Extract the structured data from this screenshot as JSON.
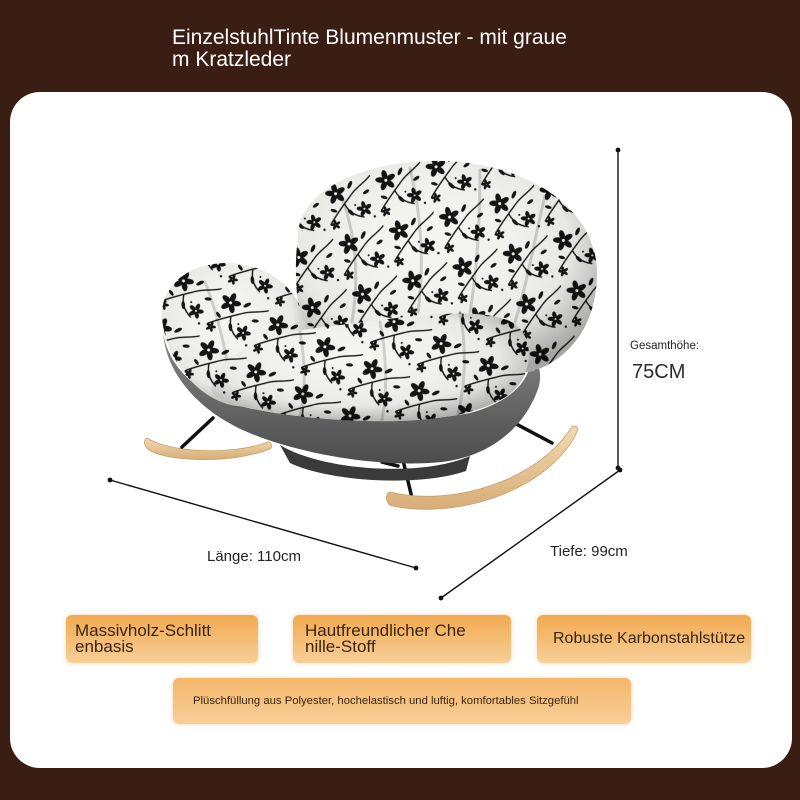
{
  "colors": {
    "background": "#3b1e13",
    "card": "#ffffff",
    "title_text": "#ffffff",
    "dimension_text": "#222222",
    "badge_top": "#f1a94f",
    "badge_bottom": "#f8cf98",
    "badge_text": "#3a2413"
  },
  "title": {
    "line1": "EinzelstuhlTinte Blumenmuster - mit graue",
    "line2": "m Kratzleder"
  },
  "dimensions": {
    "height": {
      "label": "Gesamthöhe:",
      "value": "75CM"
    },
    "length": {
      "label": "Länge: 110cm"
    },
    "depth": {
      "label": "Tiefe: 99cm"
    }
  },
  "features": [
    {
      "lines": [
        "Massivholz-Schlitt",
        "enbasis"
      ]
    },
    {
      "lines": [
        "Hautfreundlicher Che",
        "nille-Stoff"
      ]
    },
    {
      "lines": [
        "Robuste Karbonstahlstütze"
      ]
    },
    {
      "lines": [
        "Plüschfüllung aus Polyester, hochelastisch und luftig, komfortables Sitzgefühl"
      ]
    }
  ]
}
